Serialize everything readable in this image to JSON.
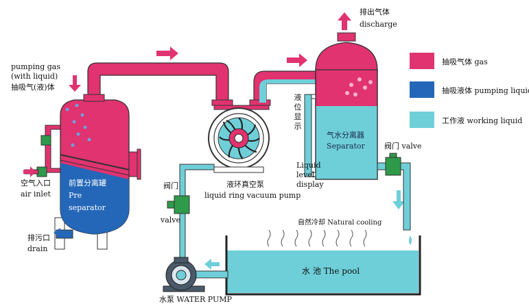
{
  "colors": {
    "gas": "#e0336f",
    "liquid": "#2467b8",
    "working": "#6fcfd9",
    "pipe_outline": "#333333",
    "valve": "#2e9a4a"
  },
  "labels": {
    "pumping_gas_en": "pumping gas",
    "pumping_gas_en2": "(with liquid)",
    "pumping_gas_cn": "抽吸气(液)体",
    "air_inlet_cn": "空气入口",
    "air_inlet_en": "air inlet",
    "pre_sep_cn": "前置分离罐",
    "pre_sep_en1": "Pre",
    "pre_sep_en2": "separator",
    "drain_cn": "排污口",
    "drain_en": "drain",
    "valve_left_cn": "阀门",
    "valve_left_en": "valve",
    "lrvp_cn": "液环真空泵",
    "lrvp_en": "liquid ring vacuum pump",
    "level_cn": "液位显示",
    "level_en1": "Liquid",
    "level_en2": "level",
    "level_en3": "display",
    "separator_cn": "气水分离器",
    "separator_en": "Separator",
    "discharge_cn": "排出气体",
    "discharge_en": "discharge",
    "valve_right": "阀门 valve",
    "natural_cooling": "自然冷却 Natural cooling",
    "pool": "水 池 The pool",
    "water_pump": "水泵 WATER PUMP"
  },
  "legend": [
    {
      "color": "#e0336f",
      "label": "抽吸气体 gas"
    },
    {
      "color": "#2467b8",
      "label": "抽吸液体 pumping liquid"
    },
    {
      "color": "#6fcfd9",
      "label": "工作液 working liquid"
    }
  ]
}
